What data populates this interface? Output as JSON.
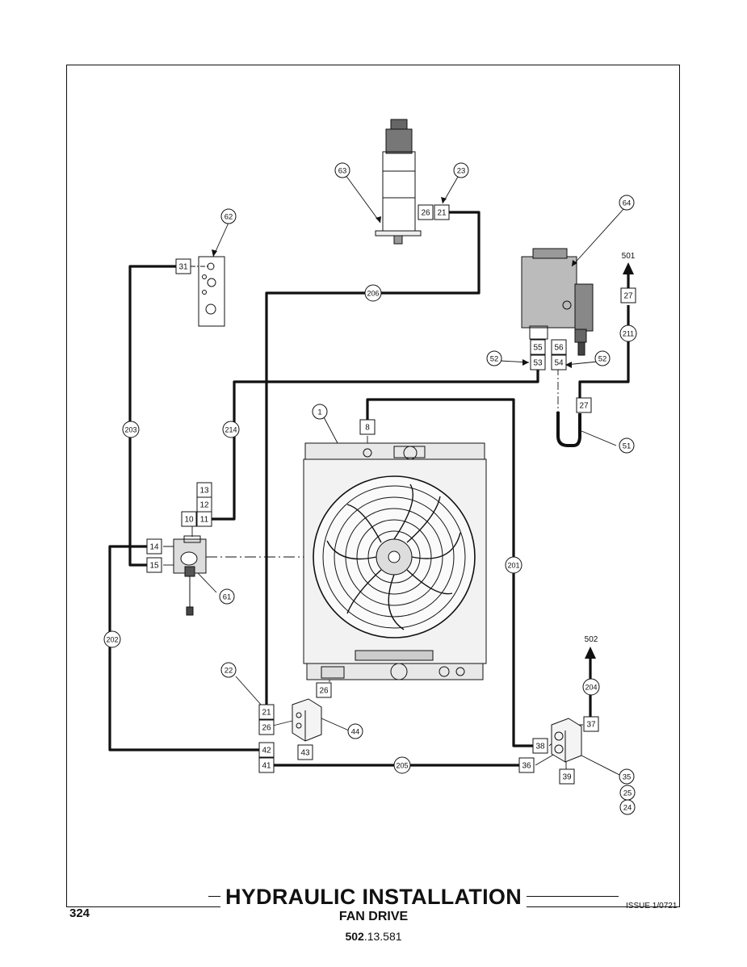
{
  "title": "HYDRAULIC INSTALLATION",
  "subtitle": "FAN DRIVE",
  "part_number_bold": "502",
  "part_number_rest": ".13.581",
  "page_number": "324",
  "issue": "ISSUE 1/0721",
  "callouts": [
    "1",
    "22",
    "23",
    "24",
    "25",
    "35",
    "44",
    "51",
    "52",
    "52",
    "61",
    "62",
    "63",
    "64"
  ],
  "hose_numbers": [
    "201",
    "202",
    "203",
    "204",
    "205",
    "206",
    "211",
    "214"
  ],
  "port_labels": [
    "8",
    "10",
    "11",
    "12",
    "13",
    "14",
    "15",
    "21",
    "21",
    "26",
    "26",
    "26",
    "27",
    "27",
    "31",
    "36",
    "37",
    "38",
    "39",
    "41",
    "42",
    "43",
    "53",
    "54",
    "55",
    "56"
  ],
  "outlet_labels": [
    "501",
    "502"
  ]
}
